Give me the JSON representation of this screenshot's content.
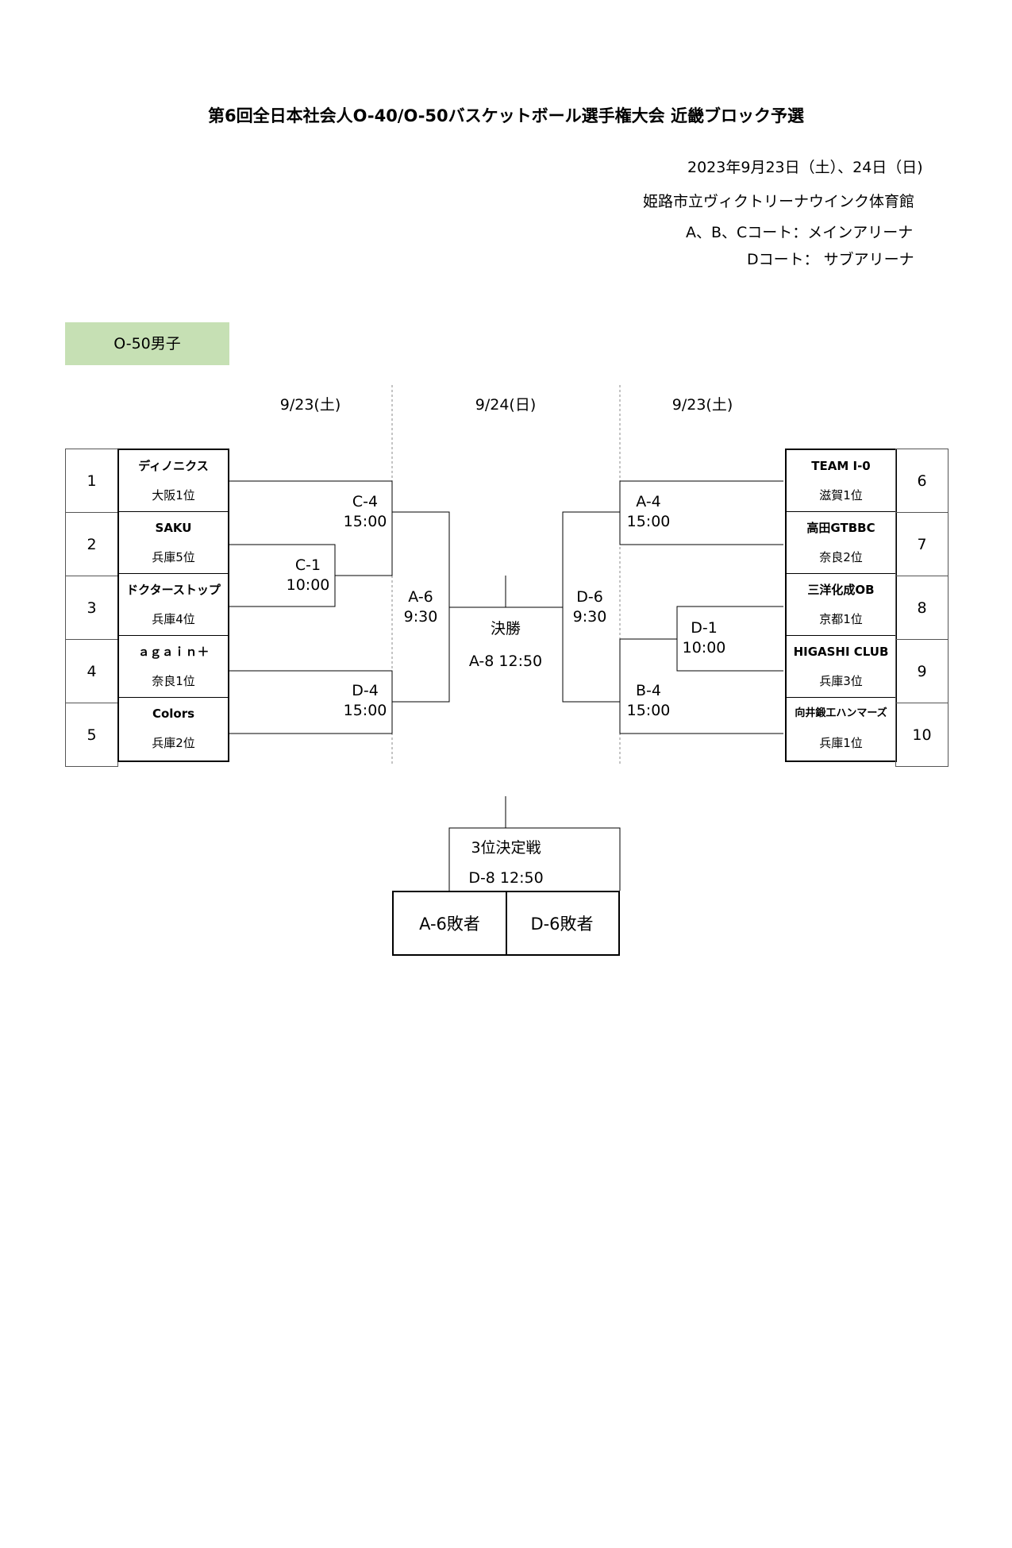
{
  "title": "第6回全日本社会人O-40/O-50バスケットボール選手権大会  近畿ブロック予選",
  "info": {
    "date": "2023年9月23日（土）、24日（日)",
    "venue": "姫路市立ヴィクトリーナウインク体育館",
    "court_main": "A、B、Cコート：メインアリーナ",
    "court_sub": "Dコート：  サブアリーナ"
  },
  "category": "O-50男子",
  "dates": [
    "9/23(土)",
    "9/24(日)",
    "9/23(土)"
  ],
  "left_teams": [
    {
      "seed": "1",
      "name": "ディノニクス",
      "pref": "大阪1位"
    },
    {
      "seed": "2",
      "name": "SAKU",
      "pref": "兵庫5位"
    },
    {
      "seed": "3",
      "name": "ドクターストップ",
      "pref": "兵庫4位"
    },
    {
      "seed": "4",
      "name": "ａｇａｉｎ＋",
      "pref": "奈良1位"
    },
    {
      "seed": "5",
      "name": "Colors",
      "pref": "兵庫2位"
    }
  ],
  "right_teams": [
    {
      "seed": "6",
      "name": "TEAM I-0",
      "pref": "滋賀1位"
    },
    {
      "seed": "7",
      "name": "高田GTBBC",
      "pref": "奈良2位"
    },
    {
      "seed": "8",
      "name": "三洋化成OB",
      "pref": "京都1位"
    },
    {
      "seed": "9",
      "name": "HIGASHI CLUB",
      "pref": "兵庫3位"
    },
    {
      "seed": "10",
      "name": "向井鍛工ハンマーズ",
      "pref": "兵庫1位"
    }
  ],
  "games": {
    "c1": {
      "code": "C-1",
      "time": "10:00"
    },
    "c4": {
      "code": "C-4",
      "time": "15:00"
    },
    "d4": {
      "code": "D-4",
      "time": "15:00"
    },
    "a6": {
      "code": "A-6",
      "time": "9:30"
    },
    "a4": {
      "code": "A-4",
      "time": "15:00"
    },
    "d1": {
      "code": "D-1",
      "time": "10:00"
    },
    "b4": {
      "code": "B-4",
      "time": "15:00"
    },
    "d6": {
      "code": "D-6",
      "time": "9:30"
    },
    "final": {
      "label": "決勝",
      "code_time": "A-8 12:50"
    },
    "third": {
      "label": "3位決定戦",
      "code_time": "D-8  12:50",
      "left": "A-6敗者",
      "right": "D-6敗者"
    }
  }
}
